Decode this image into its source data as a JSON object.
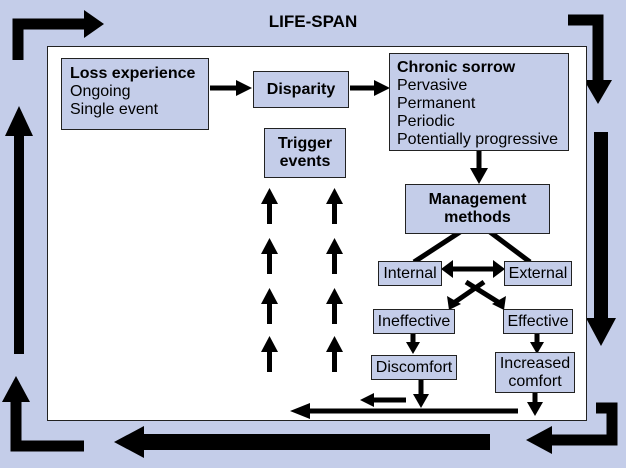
{
  "title": "LIFE-SPAN",
  "loss": {
    "heading": "Loss experience",
    "items": [
      "Ongoing",
      "Single event"
    ]
  },
  "disparity": "Disparity",
  "chronic": {
    "heading": "Chronic sorrow",
    "items": [
      "Pervasive",
      "Permanent",
      "Periodic",
      "Potentially progressive"
    ]
  },
  "trigger": [
    "Trigger",
    "events"
  ],
  "management": [
    "Management",
    "methods"
  ],
  "internal": "Internal",
  "external": "External",
  "ineffective": "Ineffective",
  "effective": "Effective",
  "discomfort": "Discomfort",
  "increased_comfort": [
    "Increased",
    "comfort"
  ],
  "colors": {
    "background": "#c4cde9",
    "box_fill": "#c4cde9",
    "arrow": "#000000",
    "inner": "#ffffff"
  }
}
